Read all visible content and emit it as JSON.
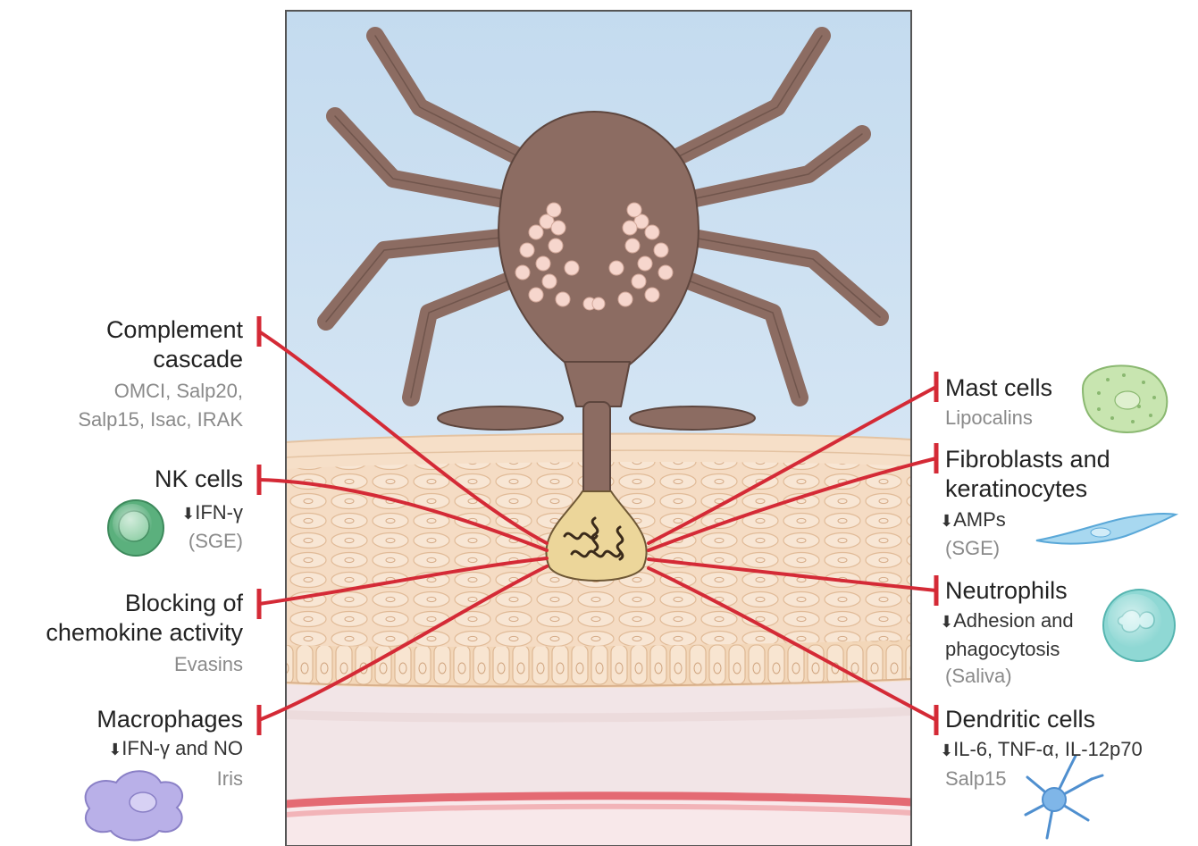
{
  "colors": {
    "inhibition_line": "#d42a36",
    "tick_body": "#8c6c62",
    "sky": "#cfe1f1",
    "skin": "#f6dcc2",
    "dermis": "#f0e2e5",
    "blood_vessel": "#e46a73"
  },
  "left": [
    {
      "main": [
        "Complement",
        "cascade"
      ],
      "sub": [
        "OMCI, Salp20,",
        "Salp15, Isac, IRAK"
      ]
    },
    {
      "main": [
        "NK cells"
      ],
      "effect": [
        "IFN-γ"
      ],
      "sub": [
        "(SGE)"
      ]
    },
    {
      "main": [
        "Blocking of",
        "chemokine activity"
      ],
      "sub": [
        "Evasins"
      ]
    },
    {
      "main": [
        "Macrophages"
      ],
      "effect": [
        "IFN-γ and NO"
      ],
      "sub": [
        "Iris"
      ]
    }
  ],
  "right": [
    {
      "main": [
        "Mast cells"
      ],
      "sub": [
        "Lipocalins"
      ]
    },
    {
      "main": [
        "Fibroblasts and",
        "keratinocytes"
      ],
      "effect": [
        "AMPs"
      ],
      "sub": [
        "(SGE)"
      ]
    },
    {
      "main": [
        "Neutrophils"
      ],
      "effect": [
        "Adhesion and",
        "phagocytosis"
      ],
      "sub": [
        "(Saliva)"
      ]
    },
    {
      "main": [
        "Dendritic cells"
      ],
      "effect": [
        "IL-6, TNF-α, IL-12p70"
      ],
      "sub": [
        "Salp15"
      ]
    }
  ],
  "cells": [
    "nk-cell-icon",
    "macrophage-icon",
    "mast-cell-icon",
    "fibroblast-icon",
    "neutrophil-icon",
    "dendritic-cell-icon"
  ]
}
